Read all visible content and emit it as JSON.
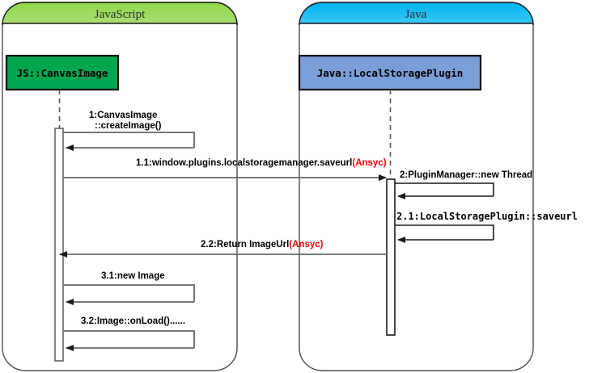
{
  "diagram": {
    "type": "uml-sequence-diagram",
    "accent_colors": {
      "javascript_frame_header_top": "#8fd94f",
      "javascript_frame_header_bottom": "#a8dd6f",
      "java_frame_header_top": "#00b4f0",
      "java_frame_header_bottom": "#3ec8f5",
      "javascript_object_fill": "#00a550",
      "java_object_fill": "#7a9ed8",
      "async_marker": "#ff0000",
      "line": "#666666",
      "line_dark": "#1a1a1a",
      "frame_border": "#555555"
    },
    "frames": [
      {
        "id": "javascript",
        "title": "JavaScript"
      },
      {
        "id": "java",
        "title": "Java"
      }
    ],
    "lifelines": [
      {
        "id": "canvasimage",
        "label": "JS::CanvasImage",
        "frame": "javascript"
      },
      {
        "id": "localstorageplugin",
        "label": "Java::LocalStoragePlugin",
        "frame": "java"
      }
    ],
    "messages": [
      {
        "id": "m1",
        "sequence": "1",
        "label": "1:CanvasImage",
        "label_line2": "::createImage()",
        "kind": "self-call",
        "from": "canvasimage",
        "to": "canvasimage",
        "async": false
      },
      {
        "id": "m11",
        "sequence": "1.1",
        "label": "1.1:window.plugins.localstoragemanager.saveurl",
        "async_suffix": "(Ansyc)",
        "kind": "call",
        "from": "canvasimage",
        "to": "localstorageplugin",
        "async": true
      },
      {
        "id": "m2",
        "sequence": "2",
        "label": "2:PluginManager::new Thread",
        "kind": "self-call",
        "from": "localstorageplugin",
        "to": "localstorageplugin",
        "async": false
      },
      {
        "id": "m21",
        "sequence": "2.1",
        "label": "2.1:LocalStoragePlugin::saveurl",
        "kind": "self-call",
        "from": "localstorageplugin",
        "to": "localstorageplugin",
        "async": false,
        "clipped": true
      },
      {
        "id": "m22",
        "sequence": "2.2",
        "label": "2.2:Return ImageUrl",
        "async_suffix": "(Ansyc)",
        "kind": "return",
        "from": "localstorageplugin",
        "to": "canvasimage",
        "async": true
      },
      {
        "id": "m31",
        "sequence": "3.1",
        "label": "3.1:new Image",
        "kind": "self-call",
        "from": "canvasimage",
        "to": "canvasimage",
        "async": false
      },
      {
        "id": "m32",
        "sequence": "3.2",
        "label": "3.2:Image::onLoad()......",
        "kind": "self-call",
        "from": "canvasimage",
        "to": "canvasimage",
        "async": false
      }
    ]
  }
}
